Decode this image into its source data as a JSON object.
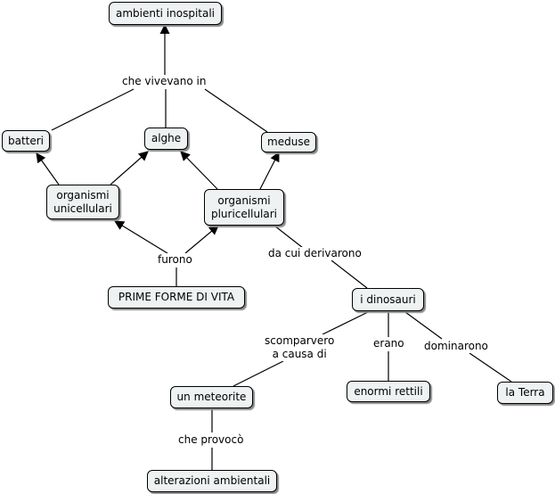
{
  "nodes": {
    "ambienti": "ambienti inospitali",
    "batteri": "batteri",
    "alghe": "alghe",
    "meduse": "meduse",
    "unicellulari": "organismi\nunicellulari",
    "pluricellulari": "organismi\npluricellulari",
    "prime_forme": "PRIME FORME DI VITA",
    "dinosauri": "i dinosauri",
    "meteorite": "un meteorite",
    "rettili": "enormi rettili",
    "terra": "la Terra",
    "alterazioni": "alterazioni ambientali"
  },
  "links": {
    "vivevano": "che vivevano in",
    "furono": "furono",
    "derivarono": "da cui derivarono",
    "scomparvero": "scomparvero\na causa di",
    "erano": "erano",
    "dominarono": "dominarono",
    "provoco": "che provocò"
  }
}
